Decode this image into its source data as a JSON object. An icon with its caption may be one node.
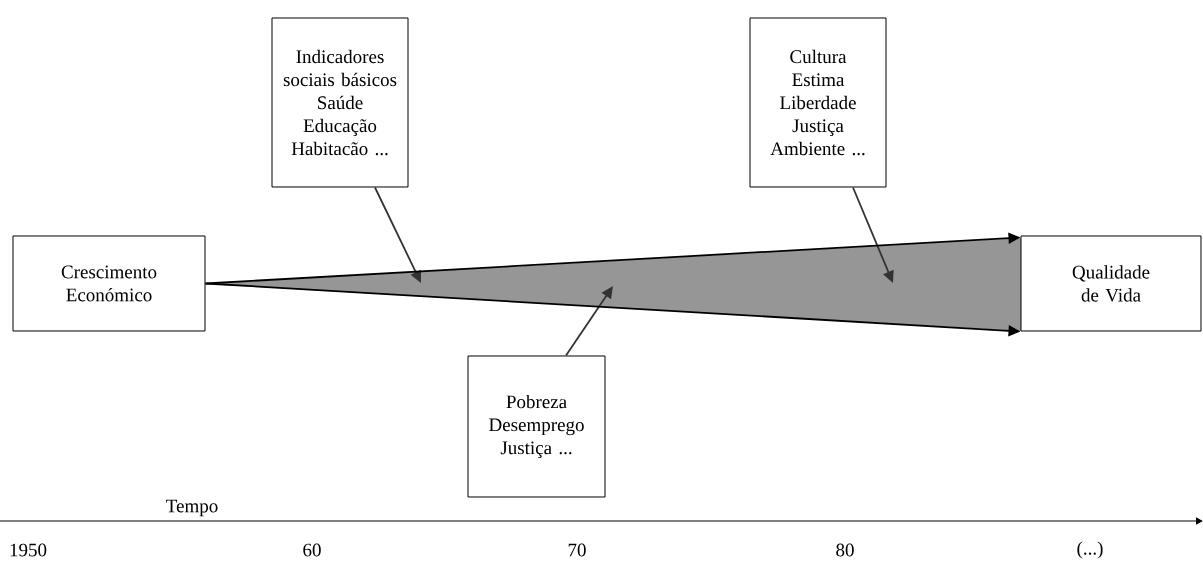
{
  "diagram": {
    "nodes": [
      {
        "text": [
          "Indicadores sociais básicos",
          "Saúde",
          "Educação",
          "Habitacão ..."
        ]
      },
      {
        "text": [
          "Cultura",
          "Estima",
          "Liberdade",
          "Justiça",
          "Ambiente ..."
        ]
      },
      {
        "text": [
          "Crescimento Económico"
        ]
      },
      {
        "text": [],
        "shape": "triangle"
      },
      {
        "text": [
          "Qualidade de Vida"
        ]
      },
      {
        "text": [
          "Pobreza",
          "Desemprego",
          "Justiça ..."
        ]
      }
    ],
    "edges": [
      {
        "from": 0,
        "to": 3,
        "arrow": "to"
      },
      {
        "from": 1,
        "to": 3,
        "arrow": "to"
      },
      {
        "from": 5,
        "to": 3,
        "arrow": "to"
      },
      {
        "from": 2,
        "to": 4,
        "arrow": "to",
        "color": "#000000"
      },
      {
        "from": 2,
        "to": 4,
        "arrow": "to",
        "color": "#000000"
      }
    ],
    "labels": [
      "Tempo",
      "1950",
      "60",
      "70",
      "80",
      "(...)"
    ]
  }
}
